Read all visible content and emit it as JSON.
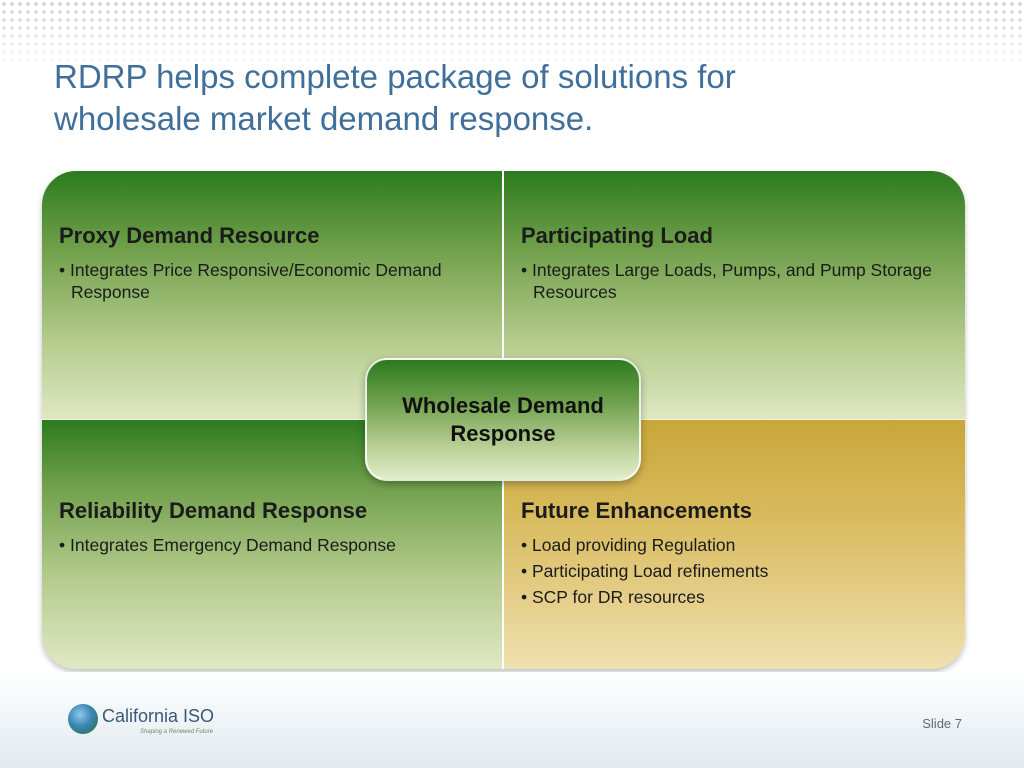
{
  "title": {
    "line1": "RDRP helps complete package of solutions for",
    "line2": "wholesale market demand response."
  },
  "quadrants": {
    "top_left": {
      "heading": "Proxy Demand Resource",
      "bullets": [
        "Integrates Price Responsive/Economic Demand Response"
      ]
    },
    "top_right": {
      "heading": "Participating Load",
      "bullets": [
        "Integrates Large Loads, Pumps, and Pump Storage Resources"
      ]
    },
    "bottom_left": {
      "heading": "Reliability Demand Response",
      "bullets": [
        "Integrates Emergency Demand Response"
      ]
    },
    "bottom_right": {
      "heading": "Future Enhancements",
      "bullets": [
        "Load providing Regulation",
        "Participating Load refinements",
        "SCP for DR resources"
      ]
    }
  },
  "center": {
    "label": "Wholesale Demand Response"
  },
  "footer": {
    "logo_name": "California ISO",
    "logo_tagline": "Shaping a Renewed Future",
    "slide_number": "Slide 7"
  },
  "colors": {
    "title": "#3f6f9a",
    "green_dark": "#2c7a1f",
    "gold": "#c9a63a"
  }
}
